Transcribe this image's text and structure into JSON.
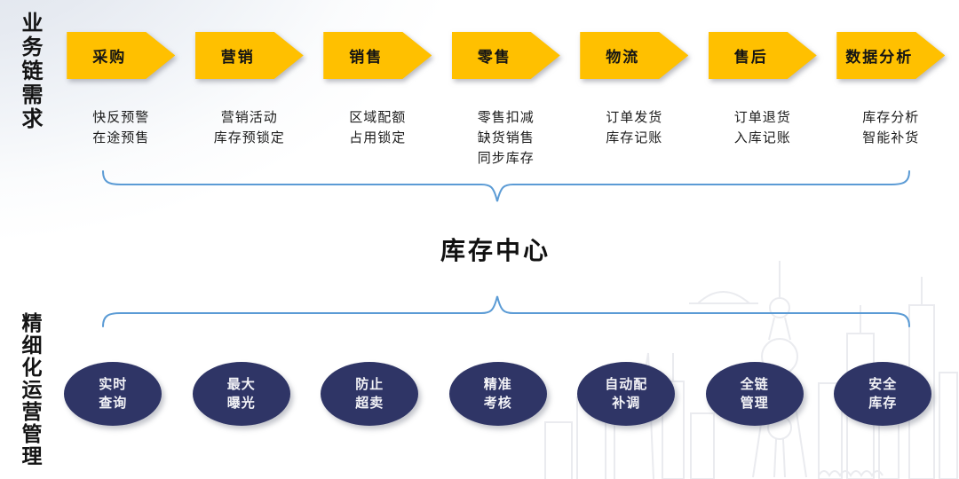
{
  "left_labels": {
    "top": "业务链需求",
    "bottom": "精细化运营管理"
  },
  "chain_steps": [
    {
      "label": "采购",
      "detail": "快反预警\n在途预售"
    },
    {
      "label": "营销",
      "detail": "营销活动\n库存预锁定"
    },
    {
      "label": "销售",
      "detail": "区域配额\n占用锁定"
    },
    {
      "label": "零售",
      "detail": "零售扣减\n缺货销售\n同步库存"
    },
    {
      "label": "物流",
      "detail": "订单发货\n库存记账"
    },
    {
      "label": "售后",
      "detail": "订单退货\n入库记账"
    },
    {
      "label": "数据分析",
      "detail": "库存分析\n智能补货"
    }
  ],
  "center_title": "库存中心",
  "capabilities": [
    {
      "text": "实时\n查询"
    },
    {
      "text": "最大\n曝光"
    },
    {
      "text": "防止\n超卖"
    },
    {
      "text": "精准\n考核"
    },
    {
      "text": "自动配\n补调"
    },
    {
      "text": "全链\n管理"
    },
    {
      "text": "安全\n库存"
    }
  ],
  "colors": {
    "arrow": "#FFC000",
    "capability": "#2F3566",
    "brace": "#5B9BD5",
    "text": "#1A1A1A"
  }
}
